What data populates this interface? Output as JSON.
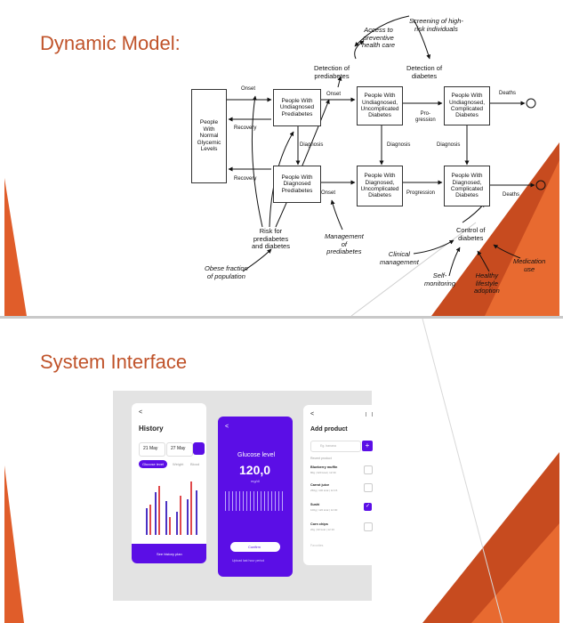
{
  "slide1": {
    "title": "Dynamic Model:",
    "diagram": {
      "boxes": {
        "normal": "People\nWith\nNormal\nGlycemic\nLevels",
        "undiag_pre": "People With\nUndiagnosed\nPrediabetes",
        "diag_pre": "People With\nDiagnosed\nPrediabetes",
        "undiag_uncomp": "People With\nUndiagnosed,\nUncomplicated\nDiabetes",
        "undiag_comp": "People With\nUndiagnosed,\nComplicated\nDiabetes",
        "diag_uncomp": "People With\nDiagnosed,\nUncomplicated\nDiabetes",
        "diag_comp": "People With\nDiagnosed,\nComplicated\nDiabetes"
      },
      "labels": {
        "screening": "Screening of high-\nrisk individuals",
        "access": "Access to\npreventive\nhealth care",
        "detect_pre": "Detection of\nprediabetes",
        "detect_diab": "Detection of\ndiabetes",
        "onset1": "Onset",
        "onset2": "Onset",
        "onset3": "Onset",
        "recovery1": "Recovery",
        "recovery2": "Recovery",
        "diagnosis1": "Diagnosis",
        "diagnosis2": "Diagnosis",
        "diagnosis3": "Diagnosis",
        "progression1": "Pro-\ngression",
        "progression2": "Progression",
        "deaths1": "Deaths",
        "deaths2": "Deaths",
        "risk": "Risk for\nprediabetes\nand diabetes",
        "obese": "Obese fraction\nof population",
        "management": "Management\nof\nprediabetes",
        "clinical": "Clinical\nmanagement",
        "control": "Control of\ndiabetes",
        "self": "Self-\nmonitoring",
        "healthy": "Healthy\nlifestyle\nadoption",
        "medication": "Medication\nuse"
      }
    }
  },
  "slide2": {
    "title": "System Interface",
    "history": {
      "back": "<",
      "title": "History",
      "date1": "21 May",
      "date2": "27 May",
      "tabs": [
        "Glucose level",
        "Weight",
        "Blood"
      ],
      "button": "See history plan"
    },
    "glucose": {
      "back": "<",
      "label": "Glucose level",
      "value": "120,0",
      "unit": "mg/dl",
      "button": "Confirm",
      "link": "Upload last hour period"
    },
    "product": {
      "back": "<",
      "title": "Add product",
      "search_placeholder": "Eg. banana",
      "section": "Recent product",
      "items": [
        {
          "name": "Blueberry muffin",
          "meta": "80g | 320 kcal | 12:30",
          "checked": false
        },
        {
          "name": "Carrot juice",
          "meta": "250g | 100 kcal | 12:15",
          "checked": false
        },
        {
          "name": "Sushi",
          "meta": "100g | 120 kcal | 12:00",
          "checked": true
        },
        {
          "name": "Corn chips",
          "meta": "20g | 90 kcal | 12:10",
          "checked": false
        }
      ],
      "footer": "Favorites"
    }
  },
  "colors": {
    "accent": "#c0532a",
    "purple": "#5b0ee6",
    "title": "#c0532a"
  }
}
